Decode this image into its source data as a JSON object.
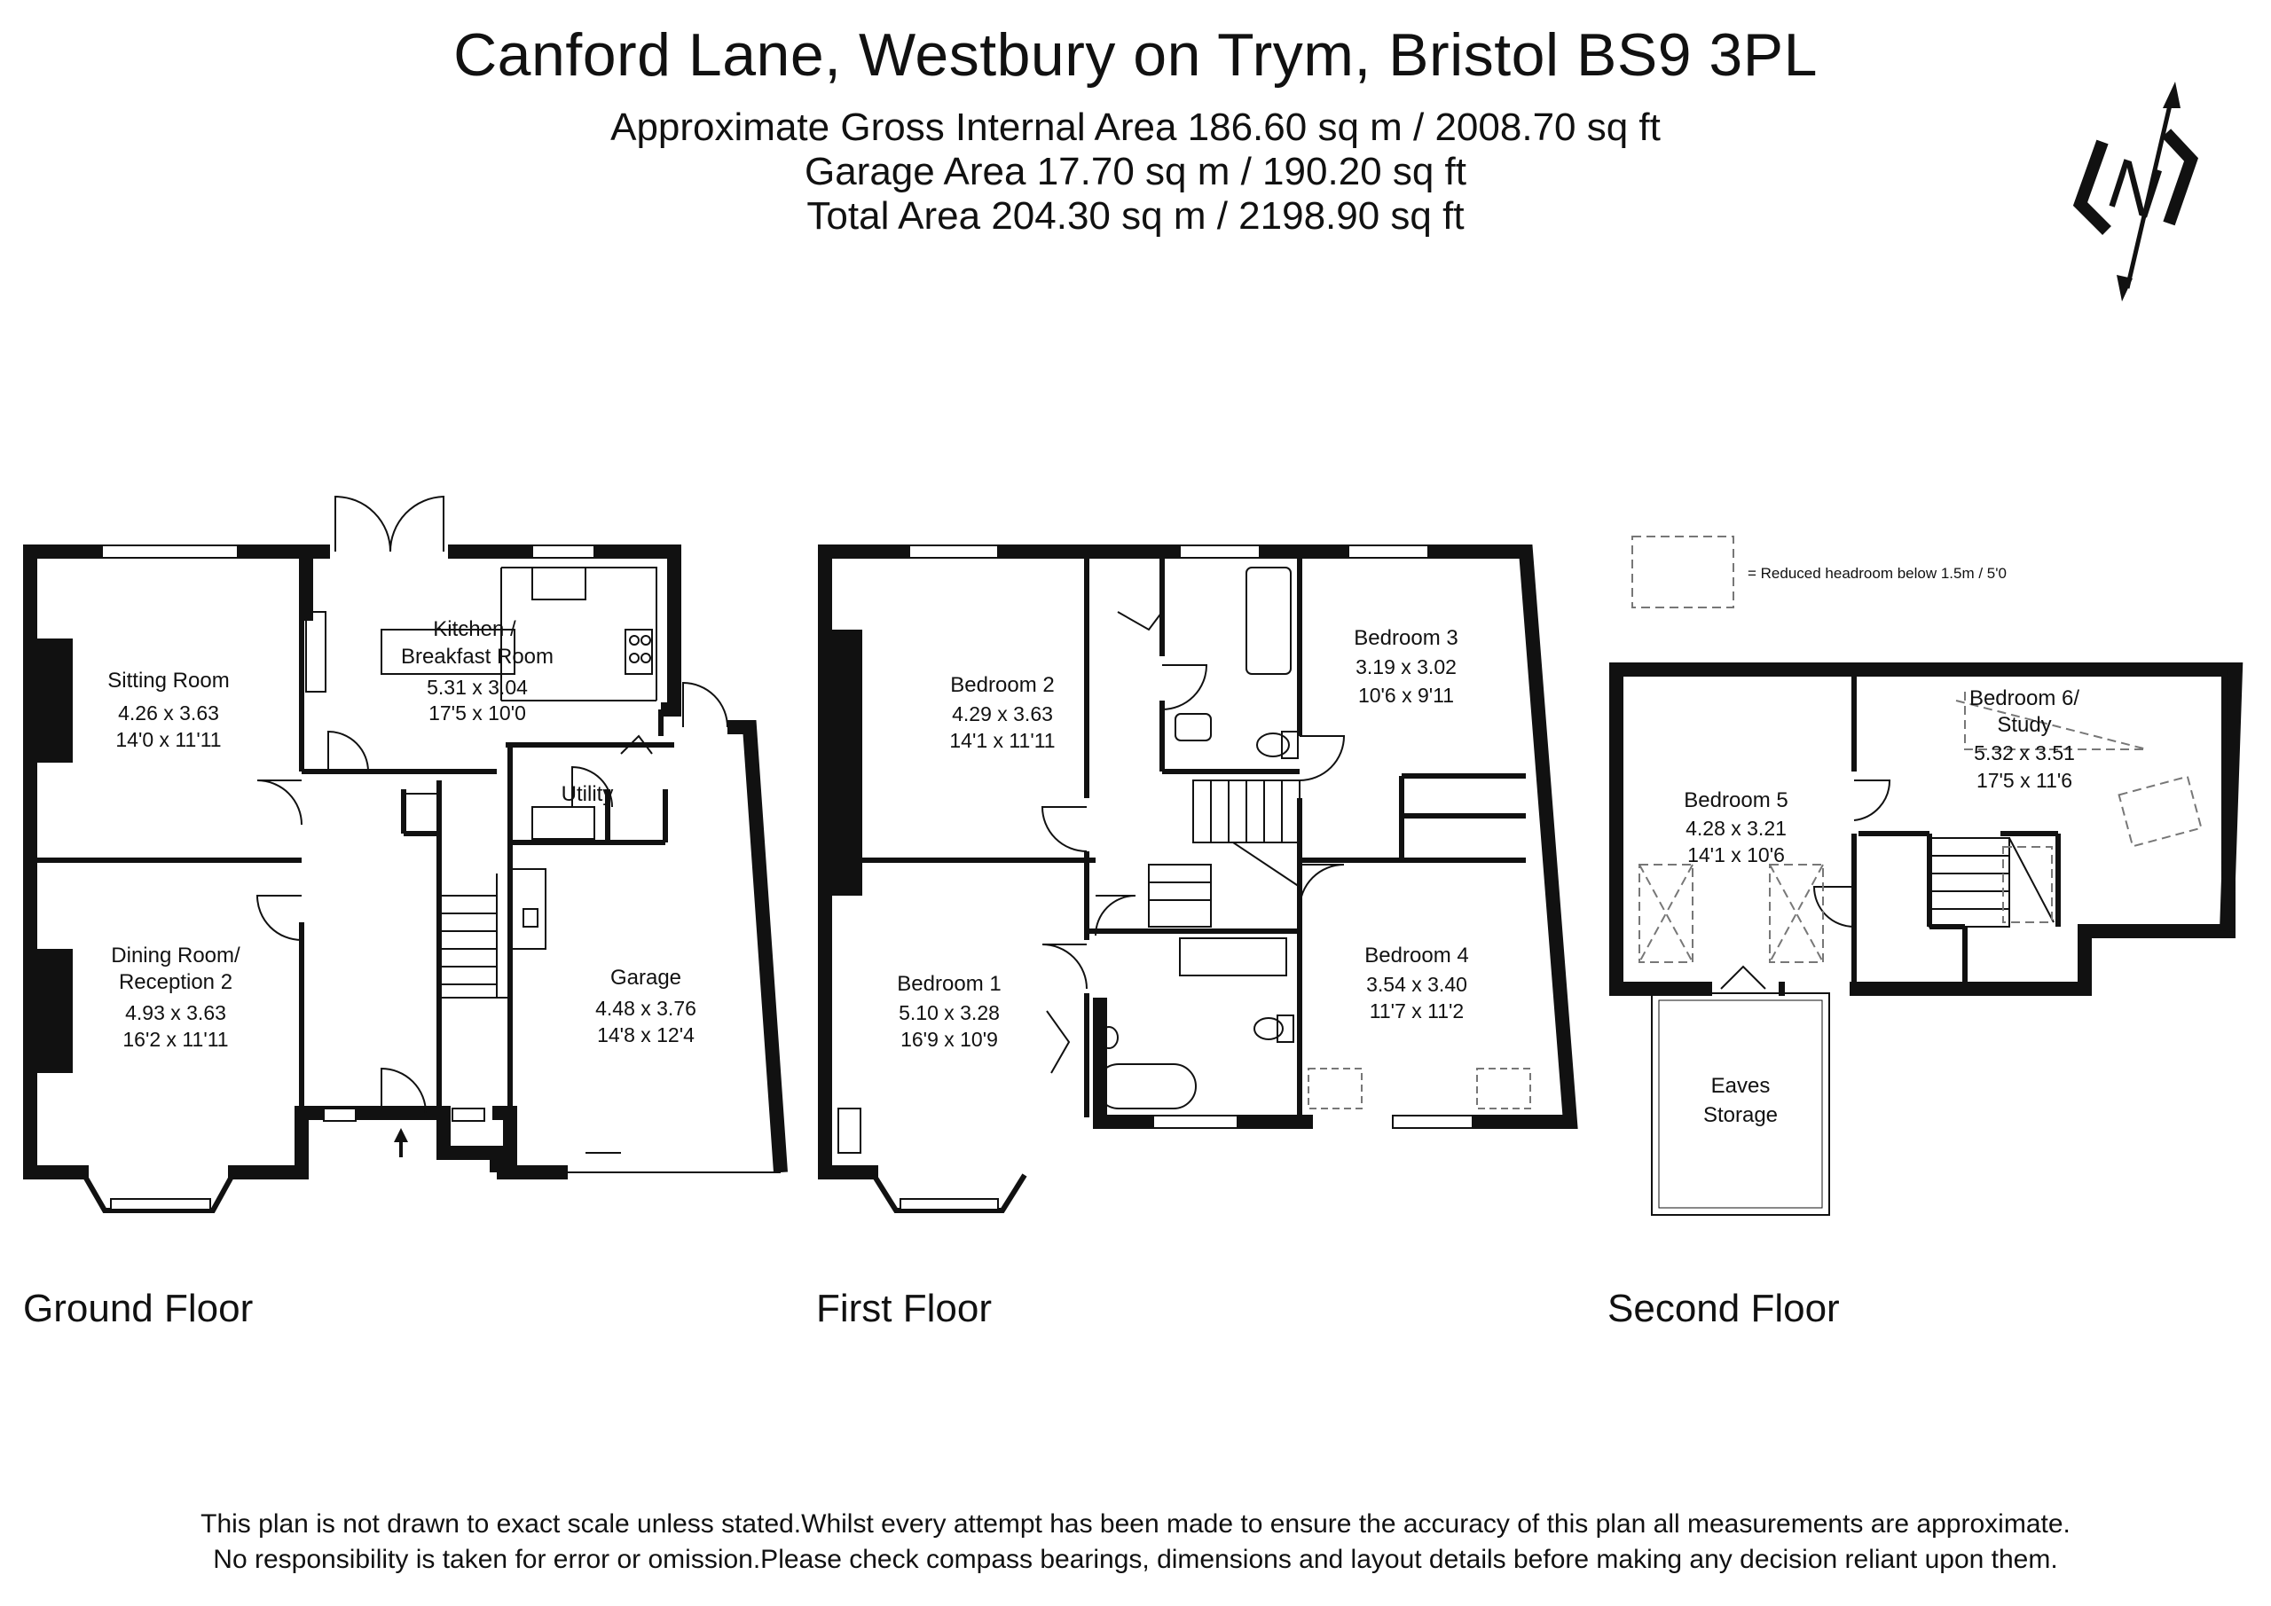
{
  "header": {
    "title": "Canford Lane, Westbury on Trym, Bristol BS9 3PL",
    "gross_area": "Approximate Gross Internal Area 186.60 sq m / 2008.70 sq ft",
    "garage_area": "Garage Area 17.70 sq m / 190.20 sq ft",
    "total_area": "Total Area 204.30 sq m / 2198.90 sq ft"
  },
  "compass": {
    "letter": "N"
  },
  "legend": {
    "text": "= Reduced headroom below 1.5m / 5'0"
  },
  "floors": {
    "ground": {
      "label": "Ground Floor",
      "rooms": {
        "sitting": {
          "name": "Sitting Room",
          "metric": "4.26 x 3.63",
          "imperial": "14'0 x 11'11"
        },
        "dining": {
          "name1": "Dining Room/",
          "name2": "Reception 2",
          "metric": "4.93 x 3.63",
          "imperial": "16'2 x 11'11"
        },
        "kitchen": {
          "name1": "Kitchen /",
          "name2": "Breakfast Room",
          "metric": "5.31 x 3.04",
          "imperial": "17'5 x 10'0"
        },
        "utility": {
          "name": "Utility"
        },
        "garage": {
          "name": "Garage",
          "metric": "4.48 x 3.76",
          "imperial": "14'8 x 12'4"
        }
      }
    },
    "first": {
      "label": "First Floor",
      "rooms": {
        "bedroom2": {
          "name": "Bedroom 2",
          "metric": "4.29 x 3.63",
          "imperial": "14'1 x 11'11"
        },
        "bedroom3": {
          "name": "Bedroom 3",
          "metric": "3.19 x 3.02",
          "imperial": "10'6 x 9'11"
        },
        "bedroom1": {
          "name": "Bedroom 1",
          "metric": "5.10 x 3.28",
          "imperial": "16'9 x 10'9"
        },
        "bedroom4": {
          "name": "Bedroom 4",
          "metric": "3.54 x 3.40",
          "imperial": "11'7 x 11'2"
        }
      }
    },
    "second": {
      "label": "Second Floor",
      "rooms": {
        "bedroom5": {
          "name": "Bedroom 5",
          "metric": "4.28 x 3.21",
          "imperial": "14'1 x 10'6"
        },
        "bedroom6": {
          "name1": "Bedroom 6/",
          "name2": "Study",
          "metric": "5.32 x 3.51",
          "imperial": "17'5 x 11'6"
        },
        "eaves": {
          "name1": "Eaves",
          "name2": "Storage"
        }
      }
    }
  },
  "footer": {
    "line1": "This plan is not drawn to exact scale unless stated.Whilst every attempt has been made to ensure the accuracy of this plan all measurements are approximate.",
    "line2": "No responsibility is taken for error or omission.Please check compass bearings, dimensions and layout details before making any decision reliant upon them."
  }
}
